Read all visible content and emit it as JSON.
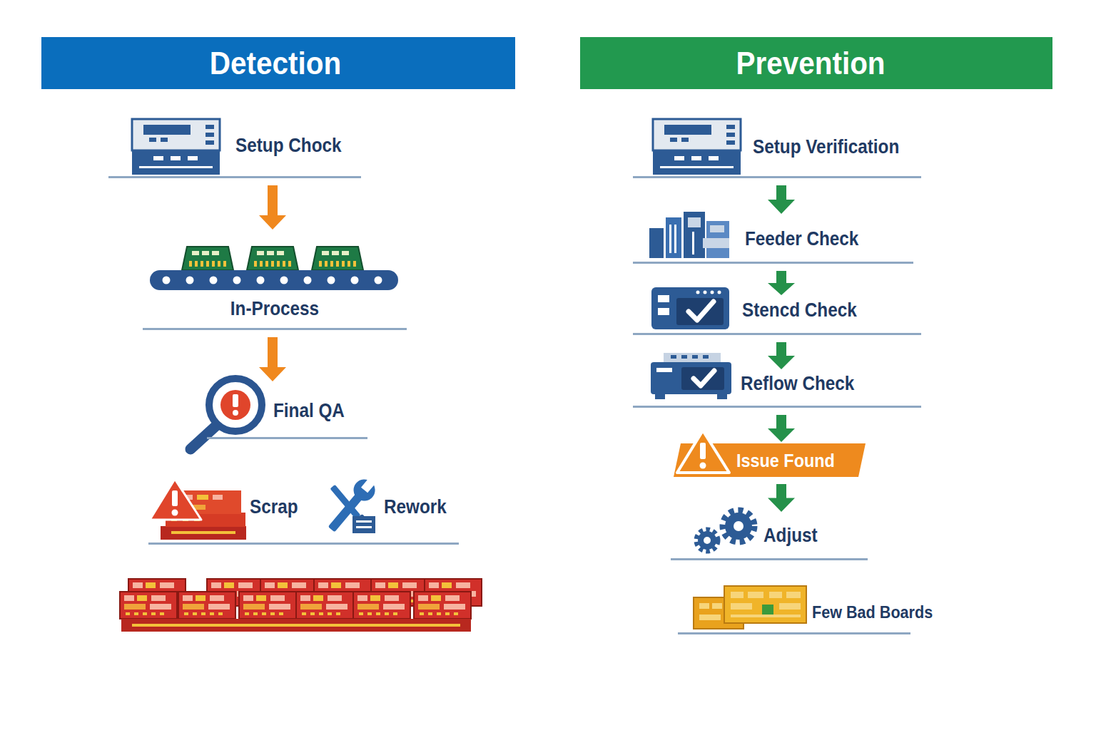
{
  "diagram": {
    "nodes": [
      {
        "text": [
          "Detection"
        ]
      },
      {
        "text": [
          "Setup Chock"
        ]
      },
      {
        "text": [
          "In-Process"
        ]
      },
      {
        "text": [
          "Final QA"
        ]
      },
      {
        "text": [
          "Scrap"
        ]
      },
      {
        "text": [
          "Rework"
        ]
      },
      {
        "text": [
          "Prevention"
        ]
      },
      {
        "text": [
          "Setup Verification"
        ]
      },
      {
        "text": [
          "Feeder Check"
        ]
      },
      {
        "text": [
          "Stencd Check"
        ]
      },
      {
        "text": [
          "Reflow Check"
        ]
      },
      {
        "text": [
          "Issue Found"
        ]
      },
      {
        "text": [
          "Adjust"
        ]
      },
      {
        "text": [
          "Few Bad Boards"
        ]
      }
    ],
    "edges": [
      {
        "from": 1,
        "to": 2,
        "arrow": "to"
      },
      {
        "from": 2,
        "to": 3,
        "arrow": "to"
      },
      {
        "from": 7,
        "to": 8,
        "arrow": "to"
      },
      {
        "from": 8,
        "to": 9,
        "arrow": "to"
      },
      {
        "from": 9,
        "to": 10,
        "arrow": "to"
      },
      {
        "from": 10,
        "to": 11,
        "arrow": "to"
      },
      {
        "from": 11,
        "to": 12,
        "arrow": "to"
      }
    ]
  }
}
